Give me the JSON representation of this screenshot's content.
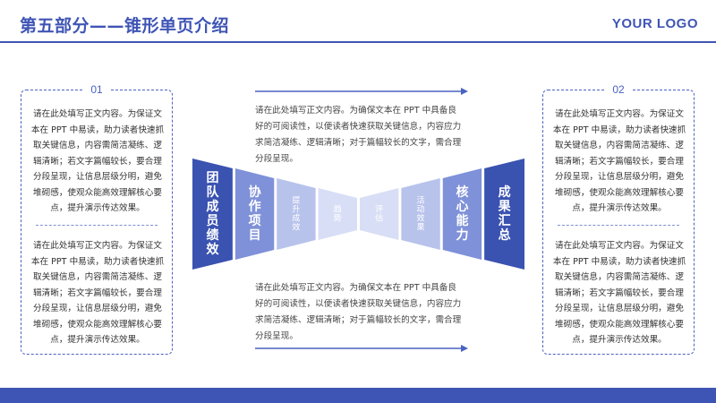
{
  "header": {
    "title": "第五部分——锥形单页介绍",
    "logo": "YOUR LOGO"
  },
  "colors": {
    "accent": "#3f55b5",
    "dark": "#3a52b0",
    "mid": "#7f91d8",
    "light": "#b8c3ec",
    "pale": "#d8def5"
  },
  "left_card": {
    "number": "01",
    "text_top": "请在此处填写正文内容。为保证文本在 PPT 中易读，助力读者快速抓取关键信息，内容需简洁凝练、逻辑清晰；若文字篇幅较长，要合理分段呈现，让信息层级分明，避免堆砌感，使观众能高效理解核心要点，提升演示传达效果。",
    "text_bottom": "请在此处填写正文内容。为保证文本在 PPT 中易读，助力读者快速抓取关键信息，内容需简洁凝练、逻辑清晰；若文字篇幅较长，要合理分段呈现，让信息层级分明，避免堆砌感，使观众能高效理解核心要点，提升演示传达效果。"
  },
  "right_card": {
    "number": "02",
    "text_top": "请在此处填写正文内容。为保证文本在 PPT 中易读，助力读者快速抓取关键信息，内容需简洁凝练、逻辑清晰；若文字篇幅较长，要合理分段呈现，让信息层级分明，避免堆砌感，使观众能高效理解核心要点，提升演示传达效果。",
    "text_bottom": "请在此处填写正文内容。为保证文本在 PPT 中易读，助力读者快速抓取关键信息，内容需简洁凝练、逻辑清晰；若文字篇幅较长，要合理分段呈现，让信息层级分明，避免堆砌感，使观众能高效理解核心要点，提升演示传达效果。"
  },
  "middle": {
    "text_top": "请在此处填写正文内容。为确保文本在 PPT 中具备良好的可阅读性，以便读者快速获取关键信息，内容应力求简洁凝练、逻辑清晰；对于篇幅较长的文字，需合理分段呈现。",
    "text_bottom": "请在此处填写正文内容。为确保文本在 PPT 中具备良好的可阅读性，以便读者快速获取关键信息，内容应力求简洁凝练、逻辑清晰；对于篇幅较长的文字，需合理分段呈现。"
  },
  "segments": [
    {
      "label": "团队成员绩效",
      "color": "#3a52b0",
      "text_color": "#ffffff"
    },
    {
      "label": "协作项目",
      "color": "#7f91d8",
      "text_color": "#ffffff"
    },
    {
      "label": "提升成效",
      "color": "#b8c3ec",
      "text_color": "#ffffff"
    },
    {
      "label": "趋势",
      "color": "#d8def5",
      "text_color": "#ffffff"
    },
    {
      "label": "评估",
      "color": "#d8def5",
      "text_color": "#ffffff"
    },
    {
      "label": "活动效果",
      "color": "#b8c3ec",
      "text_color": "#ffffff"
    },
    {
      "label": "核心能力",
      "color": "#7f91d8",
      "text_color": "#ffffff"
    },
    {
      "label": "成果汇总",
      "color": "#3a52b0",
      "text_color": "#ffffff"
    }
  ]
}
